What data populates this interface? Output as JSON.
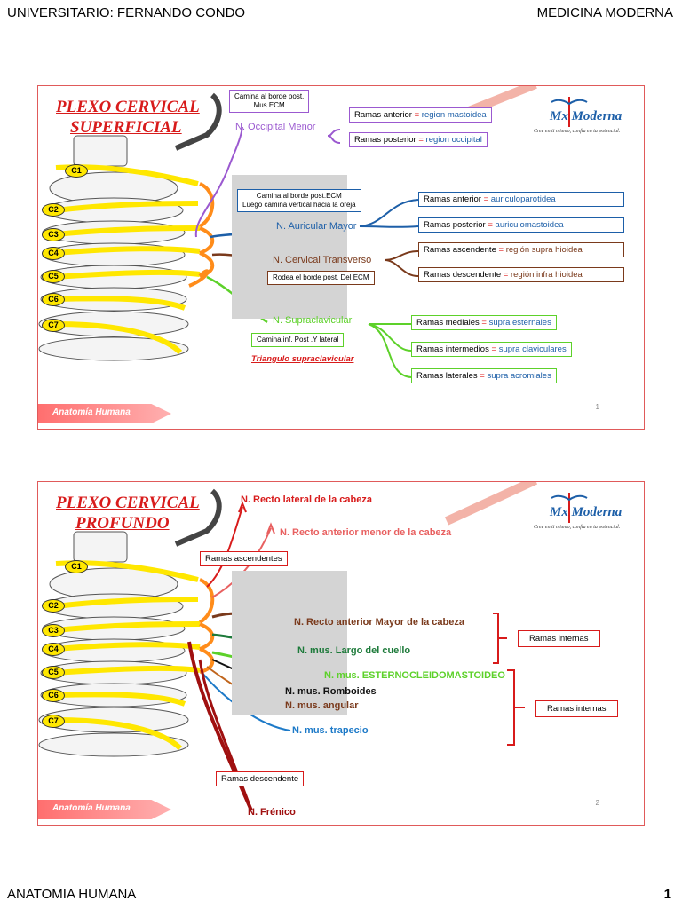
{
  "header": {
    "left": "UNIVERSITARIO: FERNANDO CONDO",
    "right": "MEDICINA MODERNA"
  },
  "footer": {
    "left": "ANATOMIA HUMANA",
    "right": "1"
  },
  "logo": {
    "text": "Mx Moderna",
    "tagline": "Cree en ti mismo, confía en tu potencial."
  },
  "vertebra_labels": [
    "C1",
    "C2",
    "C3",
    "C4",
    "C5",
    "C6",
    "C7"
  ],
  "slide1": {
    "title_line1": "PLEXO CERVICAL",
    "title_line2": "SUPERFICIAL",
    "nerves": {
      "occipital": "N. Occipital Menor",
      "auricular": "N. Auricular Mayor",
      "transverso": "N. Cervical Transverso",
      "supraclavicular": "N. Supraclavicular"
    },
    "notes": {
      "occipital_line1": "Camina al borde post.",
      "occipital_line2": "Mus.ECM",
      "auricular_line1": "Camina al borde post.ECM",
      "auricular_line2": "Luego camina vertical hacia la oreja",
      "transverso": "Rodea el borde post. Del ECM",
      "supraclavicular": "Camina inf. Post .Y lateral"
    },
    "triangle": "Triangulo supraclavicular",
    "branches": {
      "occ_ant": {
        "label": "Ramas anterior",
        "eq": "=",
        "value": "region mastoidea"
      },
      "occ_post": {
        "label": "Ramas posterior",
        "eq": "=",
        "value": "region occipital"
      },
      "aur_ant": {
        "label": "Ramas anterior",
        "eq": "=",
        "value": "auriculoparotidea"
      },
      "aur_post": {
        "label": "Ramas posterior",
        "eq": "=",
        "value": "auriculomastoidea"
      },
      "tr_asc": {
        "label": "Ramas ascendente",
        "eq": "=",
        "value": "región supra hioidea"
      },
      "tr_desc": {
        "label": "Ramas descendente",
        "eq": "=",
        "value": "región infra hioidea"
      },
      "sup_med": {
        "label": "Ramas mediales",
        "eq": "=",
        "value": "supra esternales"
      },
      "sup_int": {
        "label": "Ramas intermedios",
        "eq": "=",
        "value": "supra claviculares"
      },
      "sup_lat": {
        "label": "Ramas laterales",
        "eq": "=",
        "value": "supra acromiales"
      }
    },
    "footer_label": "Anatomía Humana",
    "page": "1"
  },
  "slide2": {
    "title_line1": "PLEXO CERVICAL",
    "title_line2": "PROFUNDO",
    "nerves": {
      "recto_lateral": "N. Recto lateral de la cabeza",
      "recto_ant_menor": "N. Recto anterior menor de la cabeza",
      "recto_ant_mayor": "N. Recto anterior Mayor de la cabeza",
      "largo_cuello": "N. mus. Largo del cuello",
      "ecm": "N. mus. ESTERNOCLEIDOMASTOIDEO",
      "romboides": "N. mus. Romboides",
      "angular": "N. mus. angular",
      "trapecio": "N. mus. trapecio",
      "frenico": "N. Frénico"
    },
    "boxes": {
      "ascendentes": "Ramas ascendentes",
      "internas1": "Ramas internas",
      "internas2": "Ramas internas",
      "descendente": "Ramas descendente"
    },
    "footer_label": "Anatomía Humana",
    "page": "2"
  },
  "colors": {
    "red": "#d81b1b",
    "yellow": "#ffe700",
    "orange": "#ff8c1a",
    "blue": "#1d5fa8",
    "brown": "#7a3a1c",
    "green": "#5dd12a",
    "purple": "#9b59d0"
  }
}
